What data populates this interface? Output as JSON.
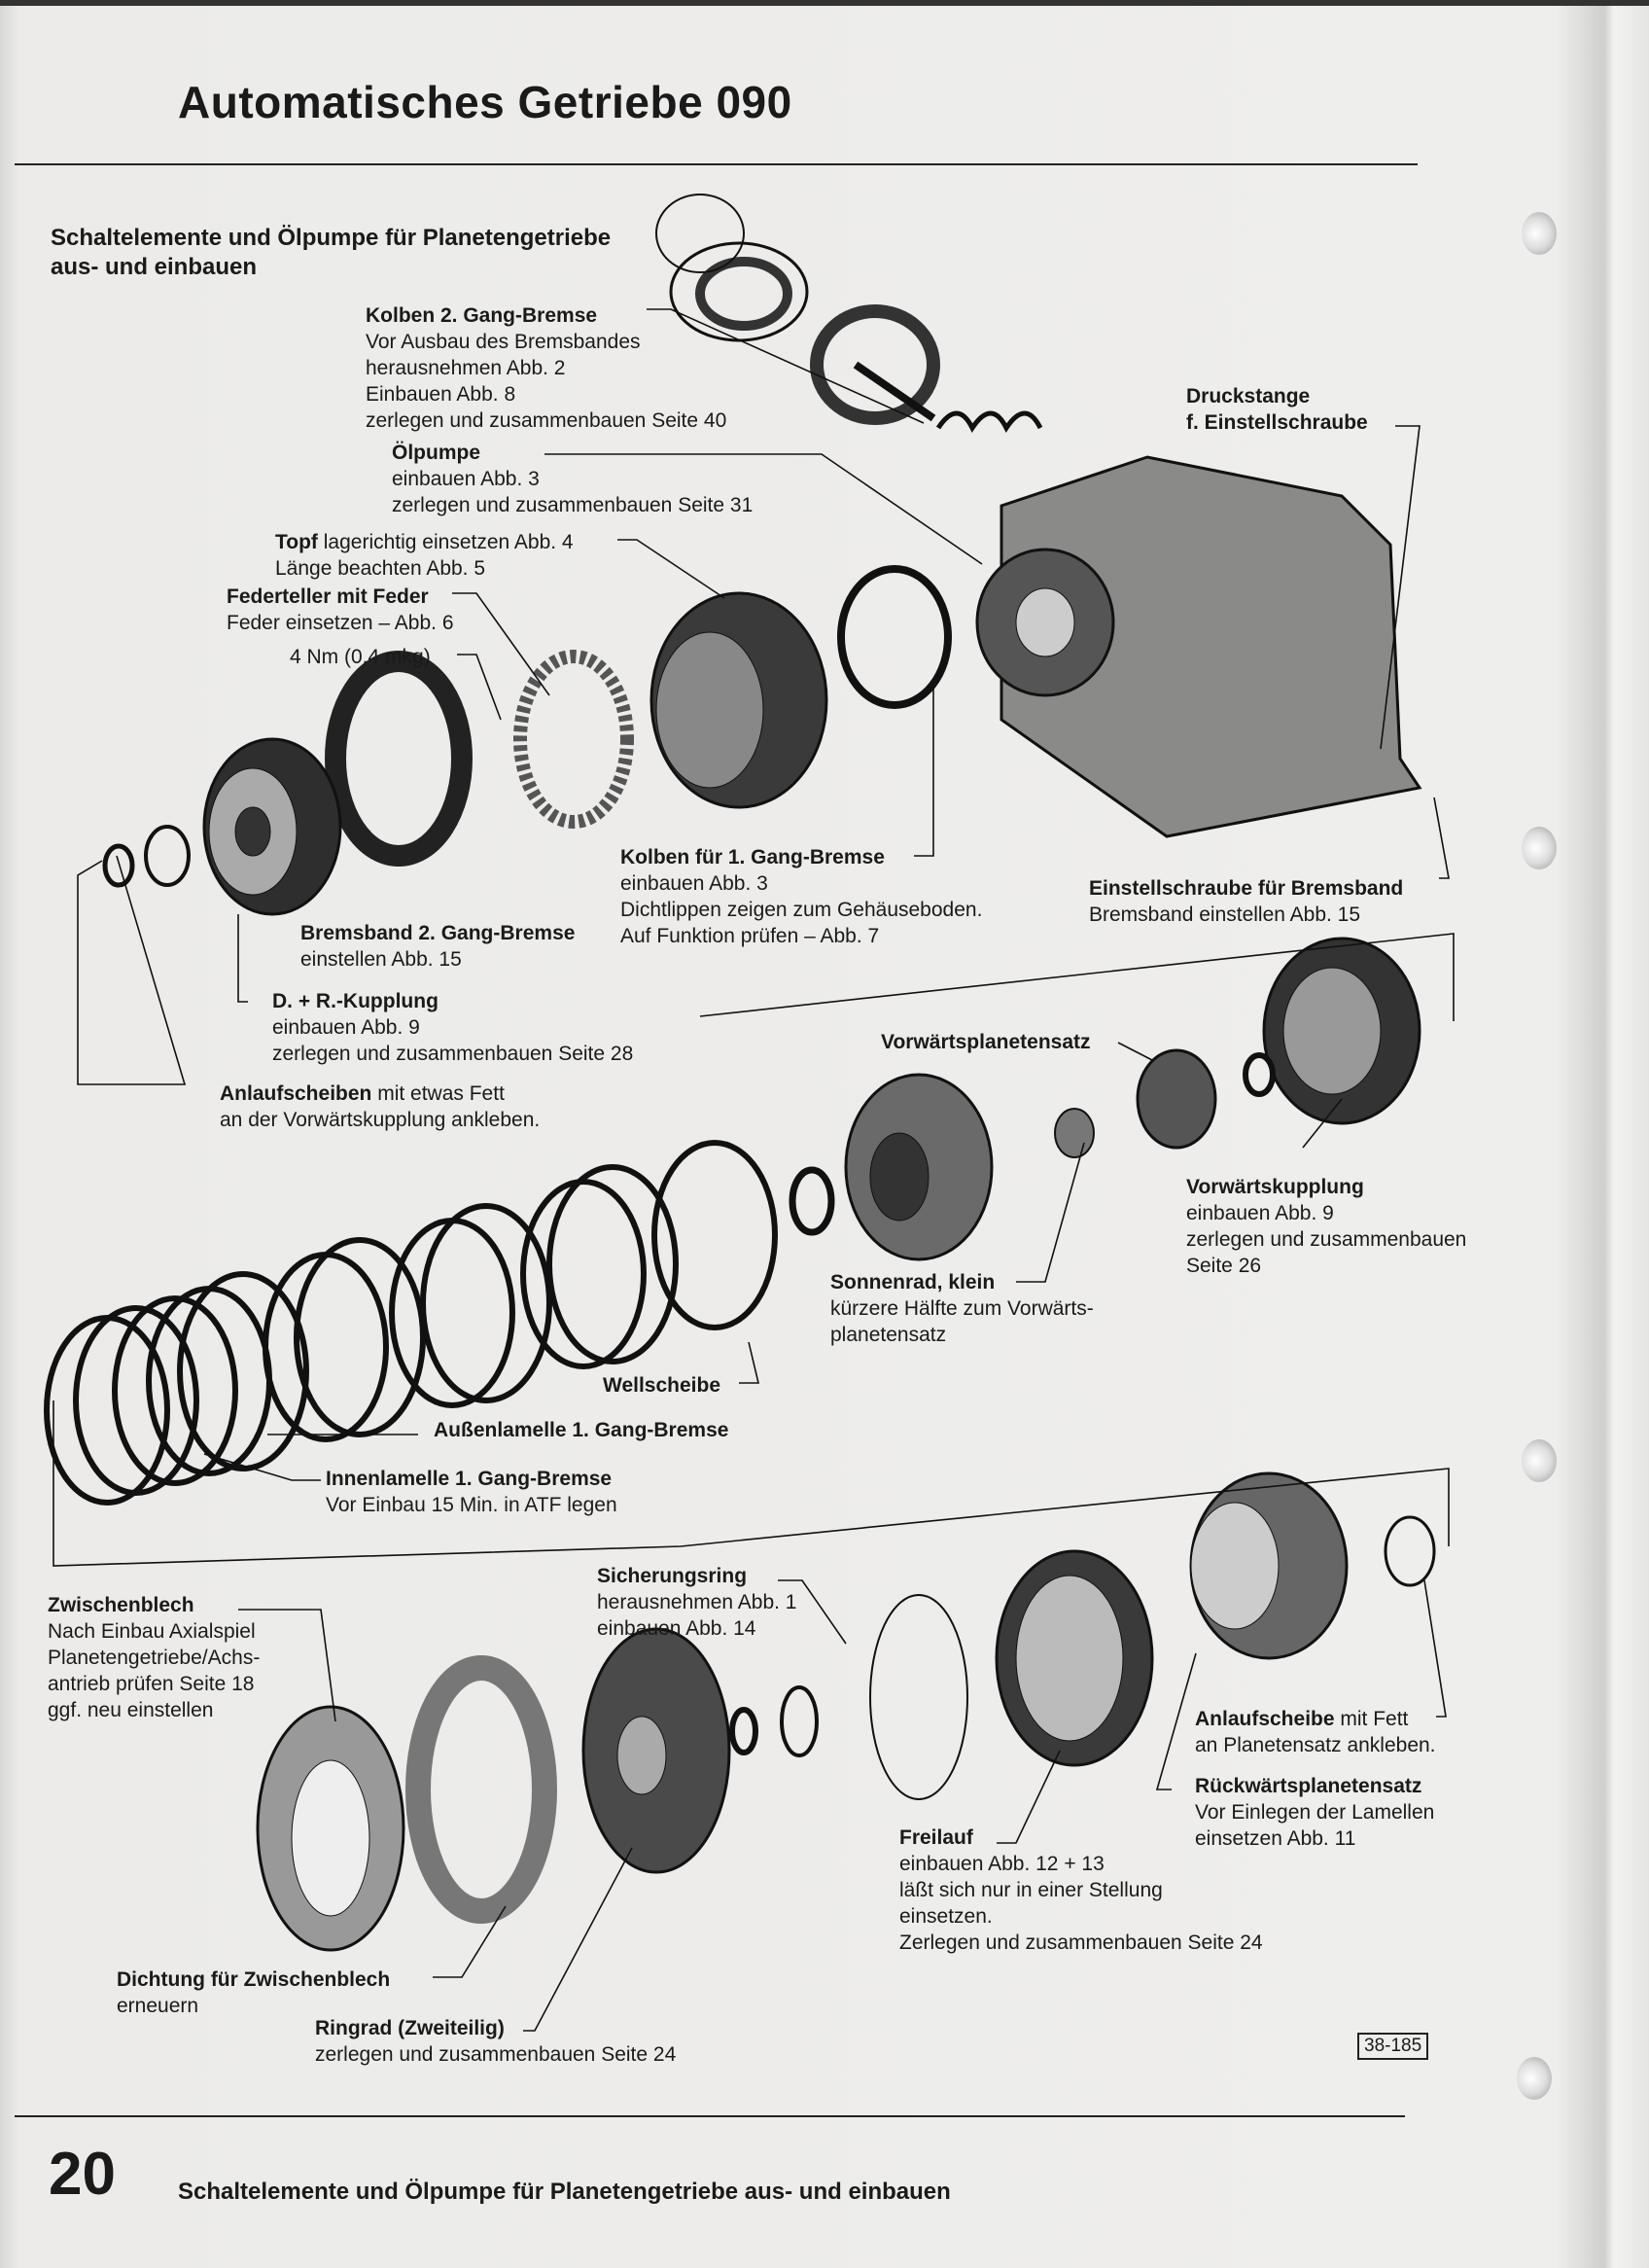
{
  "header": {
    "title": "Automatisches Getriebe 090"
  },
  "section": {
    "heading_line1": "Schaltelemente und Ölpumpe für Planetengetriebe",
    "heading_line2": "aus- und einbauen"
  },
  "labels": {
    "kolben2": {
      "title": "Kolben 2. Gang-Bremse",
      "lines": [
        "Vor Ausbau des Bremsbandes",
        "herausnehmen Abb. 2",
        "Einbauen Abb. 8",
        "zerlegen und zusammenbauen Seite 40"
      ]
    },
    "oelpumpe": {
      "title": "Ölpumpe",
      "lines": [
        "einbauen Abb. 3",
        "zerlegen und zusammenbauen Seite 31"
      ]
    },
    "topf": {
      "title": "Topf",
      "rest": " lagerichtig einsetzen Abb. 4",
      "lines": [
        "Länge beachten Abb. 5"
      ]
    },
    "federteller": {
      "title": "Federteller mit Feder",
      "lines": [
        "Feder einsetzen – Abb. 6"
      ]
    },
    "torque": {
      "text": "4 Nm (0,4 mkg)"
    },
    "druckstange": {
      "title": "Druckstange",
      "line2": "f. Einstellschraube"
    },
    "kolben1": {
      "title": "Kolben für 1. Gang-Bremse",
      "lines": [
        "einbauen Abb. 3",
        "Dichtlippen zeigen zum Gehäuseboden.",
        "Auf Funktion prüfen – Abb. 7"
      ]
    },
    "einstellschraube": {
      "title": "Einstellschraube für Bremsband",
      "lines": [
        "Bremsband einstellen Abb. 15"
      ]
    },
    "bremsband": {
      "title": "Bremsband 2. Gang-Bremse",
      "lines": [
        "einstellen Abb. 15"
      ]
    },
    "dr_kupplung": {
      "title": "D. + R.-Kupplung",
      "lines": [
        "einbauen Abb. 9",
        "zerlegen und zusammenbauen Seite 28"
      ]
    },
    "vorwaertsplanetensatz": {
      "title": "Vorwärtsplanetensatz"
    },
    "anlaufscheiben": {
      "title": "Anlaufscheiben",
      "rest": " mit etwas Fett",
      "lines": [
        "an der Vorwärtskupplung ankleben."
      ]
    },
    "vorwaertskupplung": {
      "title": "Vorwärtskupplung",
      "lines": [
        "einbauen Abb. 9",
        "zerlegen und zusammenbauen",
        "Seite 26"
      ]
    },
    "sonnenrad": {
      "title": "Sonnenrad, klein",
      "lines": [
        "kürzere Hälfte zum Vorwärts-",
        "planetensatz"
      ]
    },
    "wellscheibe": {
      "title": "Wellscheibe"
    },
    "aussenlamelle": {
      "title": "Außenlamelle 1. Gang-Bremse"
    },
    "innenlamelle": {
      "title": "Innenlamelle 1. Gang-Bremse",
      "lines": [
        "Vor Einbau 15 Min. in ATF legen"
      ]
    },
    "zwischenblech": {
      "title": "Zwischenblech",
      "lines": [
        "Nach Einbau Axialspiel",
        "Planetengetriebe/Achs-",
        "antrieb prüfen Seite 18",
        "ggf. neu einstellen"
      ]
    },
    "sicherungsring": {
      "title": "Sicherungsring",
      "lines": [
        "herausnehmen Abb. 1",
        "einbauen Abb. 14"
      ]
    },
    "anlaufscheibe": {
      "title": "Anlaufscheibe",
      "rest": " mit Fett",
      "lines": [
        "an Planetensatz ankleben."
      ]
    },
    "rueckwaerts": {
      "title": "Rückwärtsplanetensatz",
      "lines": [
        "Vor Einlegen der Lamellen",
        "einsetzen Abb. 11"
      ]
    },
    "freilauf": {
      "title": "Freilauf",
      "lines": [
        "einbauen Abb. 12 + 13",
        "läßt sich nur in einer Stellung",
        "einsetzen.",
        "Zerlegen und zusammenbauen Seite 24"
      ]
    },
    "dichtung": {
      "title": "Dichtung für Zwischenblech",
      "lines": [
        "erneuern"
      ]
    },
    "ringrad": {
      "title": "Ringrad (Zweiteilig)",
      "lines": [
        "zerlegen und zusammenbauen Seite 24"
      ]
    }
  },
  "figure_number": "38-185",
  "footer": {
    "page_number": "20",
    "text": "Schaltelemente und Ölpumpe für Planetengetriebe aus- und einbauen"
  }
}
